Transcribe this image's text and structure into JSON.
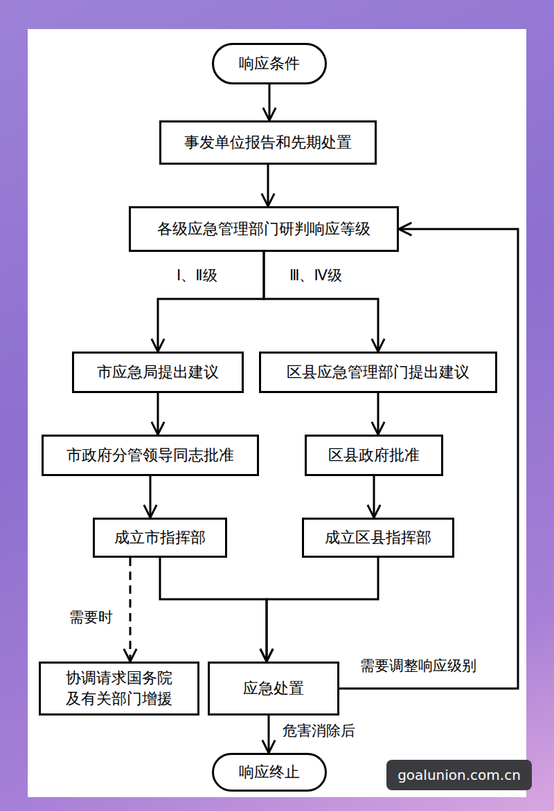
{
  "diagram": {
    "nodes": [
      {
        "text": [
          "响应条件"
        ]
      },
      {
        "text": [
          "事发单位报告和先期处置"
        ]
      },
      {
        "text": [
          "各级应急管理部门研判响应等级"
        ]
      },
      {
        "text": [
          "市应急局提出建议"
        ]
      },
      {
        "text": [
          "区县应急管理部门提出建议"
        ]
      },
      {
        "text": [
          "市政府分管领导同志批准"
        ]
      },
      {
        "text": [
          "区县政府批准"
        ]
      },
      {
        "text": [
          "成立市指挥部"
        ]
      },
      {
        "text": [
          "成立区县指挥部"
        ]
      },
      {
        "text": [
          "协调请求国务院 及有关部门增援"
        ]
      },
      {
        "text": [
          "应急处置"
        ]
      },
      {
        "text": [
          "响应终止"
        ]
      }
    ],
    "edges": [
      {
        "from": 0,
        "to": 1,
        "arrow": "to"
      },
      {
        "from": 1,
        "to": 2,
        "arrow": "to"
      },
      {
        "from": 2,
        "to": 3,
        "label": "Ⅰ、Ⅱ级",
        "arrow": "to"
      },
      {
        "from": 2,
        "to": 4,
        "label": "Ⅲ、Ⅳ级",
        "arrow": "to"
      },
      {
        "from": 3,
        "to": 5,
        "arrow": "to"
      },
      {
        "from": 4,
        "to": 6,
        "arrow": "to"
      },
      {
        "from": 5,
        "to": 7,
        "arrow": "to"
      },
      {
        "from": 6,
        "to": 8,
        "arrow": "to"
      },
      {
        "from": 7,
        "to": 9,
        "label": "需要时",
        "arrow": "to"
      },
      {
        "from": 7,
        "to": 10,
        "arrow": "to"
      },
      {
        "from": 8,
        "to": 10,
        "arrow": "to"
      },
      {
        "from": 10,
        "to": 2,
        "label": "需要调整响应级别",
        "arrow": "to"
      },
      {
        "from": 10,
        "to": 11,
        "label": "危害消除后",
        "arrow": "to"
      }
    ],
    "labels": [
      "goalunion.com.cn"
    ]
  }
}
